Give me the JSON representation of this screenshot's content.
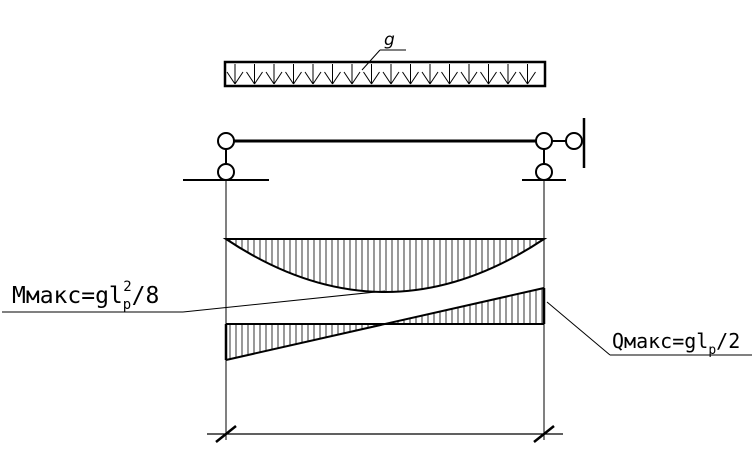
{
  "load": {
    "label": "g"
  },
  "moment_label": {
    "prefix": "Mмакс=gl",
    "subscript": "р",
    "superscript": "2",
    "suffix": "/8"
  },
  "shear_label": {
    "prefix": "Qмакс=gl",
    "subscript": "р",
    "suffix": "/2"
  },
  "colors": {
    "line": "#000000",
    "background": "#ffffff"
  }
}
